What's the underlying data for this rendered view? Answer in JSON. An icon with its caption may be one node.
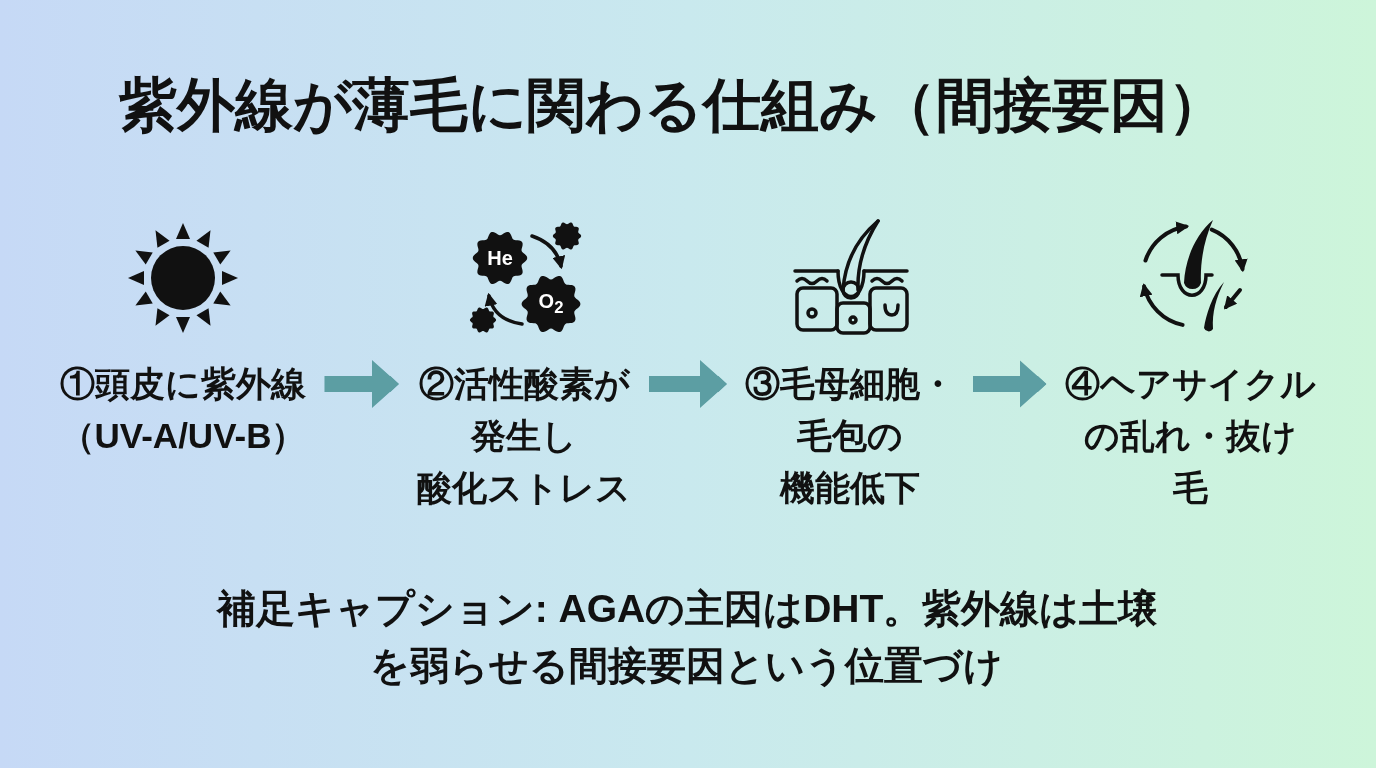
{
  "diagram": {
    "title": "紫外線が薄毛に関わる仕組み（間接要因）",
    "caption": "補足キャプション: AGAの主因はDHT。紫外線は土壌を弱らせる間接要因という位置づけ",
    "nodes": [
      {
        "text": [
          "①頭皮に紫外線（UV-A/UV-B）"
        ]
      },
      {
        "text": [
          "②活性酸素が発生し酸化ストレス"
        ]
      },
      {
        "text": [
          "③毛母細胞・毛包の機能低下"
        ]
      },
      {
        "text": [
          "④ヘアサイクルの乱れ・抜け毛"
        ]
      }
    ],
    "edges": [
      {
        "from": 0,
        "to": 1,
        "arrow": "to"
      },
      {
        "from": 1,
        "to": 2,
        "arrow": "to"
      },
      {
        "from": 2,
        "to": 3,
        "arrow": "to"
      }
    ],
    "labels": [
      "He",
      "O$_{2}$"
    ]
  }
}
